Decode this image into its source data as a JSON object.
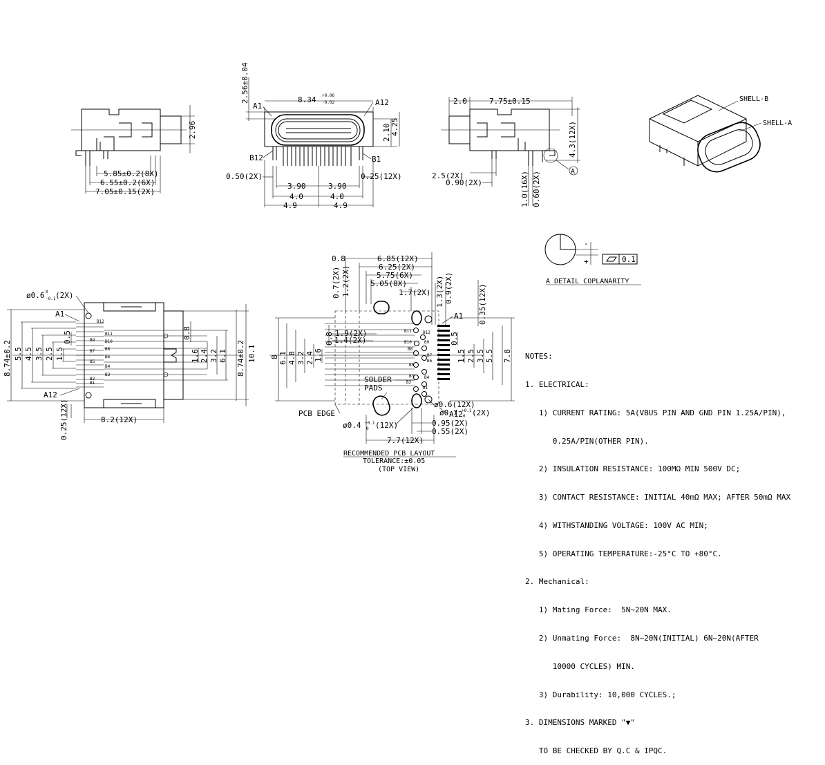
{
  "front_view": {
    "dims": {
      "top": "8.34",
      "tol_plus": "+0.06",
      "tol_minus": "-0.02",
      "left_vert": "2.56±0.04",
      "right_inner": "2.10",
      "right_outer": "4.25",
      "pad_left": "0.50(2X)",
      "pad_right": "0.25(12X)",
      "inner_left": "3.90",
      "inner_right": "3.90",
      "mid_left": "4.0",
      "mid_right": "4.0",
      "out_left": "4.9",
      "out_right": "4.9"
    },
    "labels": {
      "a1": "A1",
      "a12": "A12",
      "b12": "B12",
      "b1": "B1"
    }
  },
  "left_side_view": {
    "dims": {
      "height": "2.96",
      "d1": "5.85±0.2(8X)",
      "d2": "6.55±0.2(6X)",
      "d3": "7.05±0.15(2X)"
    }
  },
  "right_side_view": {
    "dims": {
      "top_left": "2.0",
      "top_right": "7.75±0.15",
      "right_vert": "4.3(12X)",
      "d1": "2.5(2X)",
      "d2": "0.90(2X)",
      "v1": "1.0(16X)",
      "v2": "0.60(2X)"
    },
    "detail_marker": "A"
  },
  "iso_view": {
    "shell_b": "SHELL-B",
    "shell_a": "SHELL-A"
  },
  "coplanarity": {
    "value": "0.1",
    "caption": "A DETAIL  COPLANARITY",
    "minus": "-",
    "plus": "+"
  },
  "top_view": {
    "dims": {
      "hole": "ø0.6",
      "hole_tol_top": "0",
      "hole_tol_bot": "-0.1",
      "hole_count": "(2X)",
      "left_outer": "8.74±0.2",
      "right_outer": "8.74±0.2",
      "total": "10.1",
      "bottom": "8.2(12X)",
      "bottom_vert": "0.25(12X)",
      "right_d1": "0.8",
      "right_d2": "1.6",
      "right_d3": "2.4",
      "right_d4": "3.2",
      "right_d5": "6.1"
    },
    "left_dims": [
      "5.5",
      "4.5",
      "3.5",
      "2.5",
      "1.5",
      "0.5"
    ],
    "labels": {
      "a1": "A1",
      "a12": "A12"
    }
  },
  "pcb_layout": {
    "dims": {
      "top1": "6.85(12X)",
      "top2": "6.25(2X)",
      "top3": "5.75(6X)",
      "top4": "5.05(8X)",
      "top5": "1.7(2X)",
      "v1": "0.7(2X)",
      "v2": "1.2(2X)",
      "v3": "1.3(2X)",
      "v4": "0.9(2X)",
      "v5": "0.35(12X)",
      "left_top": "0.8",
      "l1": "1.9(2X)",
      "l2": "1.4(2X)",
      "l3": "0.8",
      "outer_left": "8",
      "hole_right": "ø0.6(12X)",
      "hole2": "ø0.7",
      "hole2_tol_top": "+0.1",
      "hole2_tol_bot": "0",
      "hole2_count": "(2X)",
      "hole3": "ø0.4",
      "hole3_tol_top": "+0.1",
      "hole3_tol_bot": "0",
      "hole3_count": "(12X)",
      "b1": "0.95(2X)",
      "b2": "0.55(2X)",
      "bottom": "7.7(12X)"
    },
    "left_dims": [
      "6.1",
      "4.8",
      "3.2",
      "2.4",
      "1.6"
    ],
    "right_dims": [
      "0.5",
      "1.5",
      "2.5",
      "3.5",
      "5.5",
      "7.8"
    ],
    "labels": {
      "solder": "SOLDER",
      "pads": "PADS",
      "pcb_edge": "PCB EDGE",
      "a1": "A1",
      "a12": "A12"
    },
    "title": "RECOMMENDED PCB LAYOUT",
    "tolerance": "TOLERANCE:±0.05",
    "view": "(TOP VIEW)"
  },
  "notes": [
    "NOTES:",
    "1. ELECTRICAL:",
    "   1) CURRENT RATING: 5A(VBUS PIN AND GND PIN 1.25A/PIN),",
    "      0.25A/PIN(OTHER PIN).",
    "   2) INSULATION RESISTANCE: 100MΩ MIN 500V DC;",
    "   3) CONTACT RESISTANCE: INITIAL 40mΩ MAX; AFTER 50mΩ MAX",
    "   4) WITHSTANDING VOLTAGE: 100V AC MIN;",
    "   5) OPERATING TEMPERATURE:-25°C TO +80°C.",
    "2. Mechanical:",
    "   1) Mating Force:  5N~20N MAX.",
    "   2) Unmating Force:  8N~20N(INITIAL) 6N~20N(AFTER",
    "      10000 CYCLES) MIN.",
    "   3) Durability: 10,000 CYCLES.;",
    "3. DIMENSIONS MARKED \"▼\"",
    "   TO BE CHECKED BY Q.C & IPQC."
  ]
}
